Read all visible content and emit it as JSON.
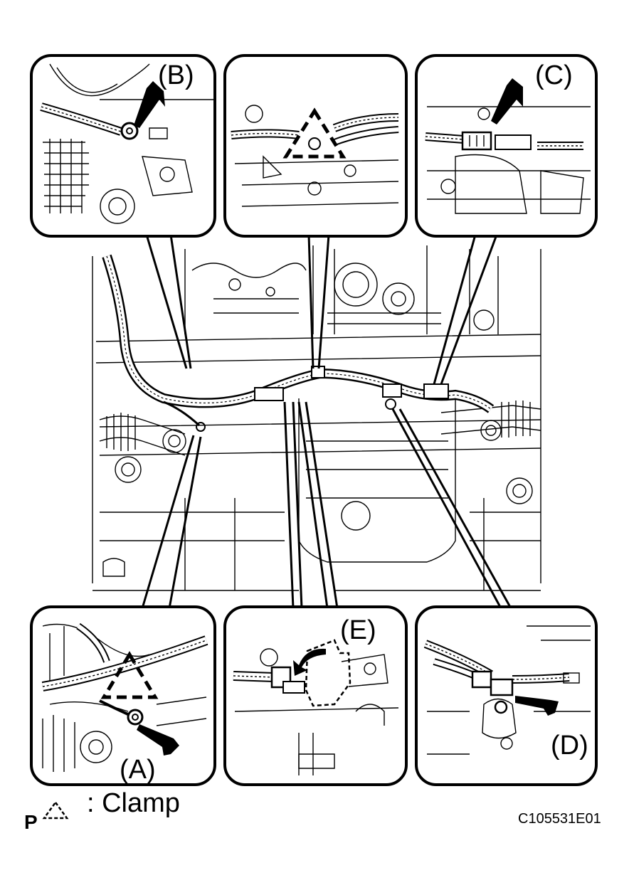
{
  "callouts": {
    "a": "(A)",
    "b": "(B)",
    "c": "(C)",
    "d": "(D)",
    "e": "(E)"
  },
  "legend": {
    "prefix": "P",
    "symbol": "clamp-triangle-icon",
    "text": ": Clamp"
  },
  "figure_id": "C105531E01"
}
